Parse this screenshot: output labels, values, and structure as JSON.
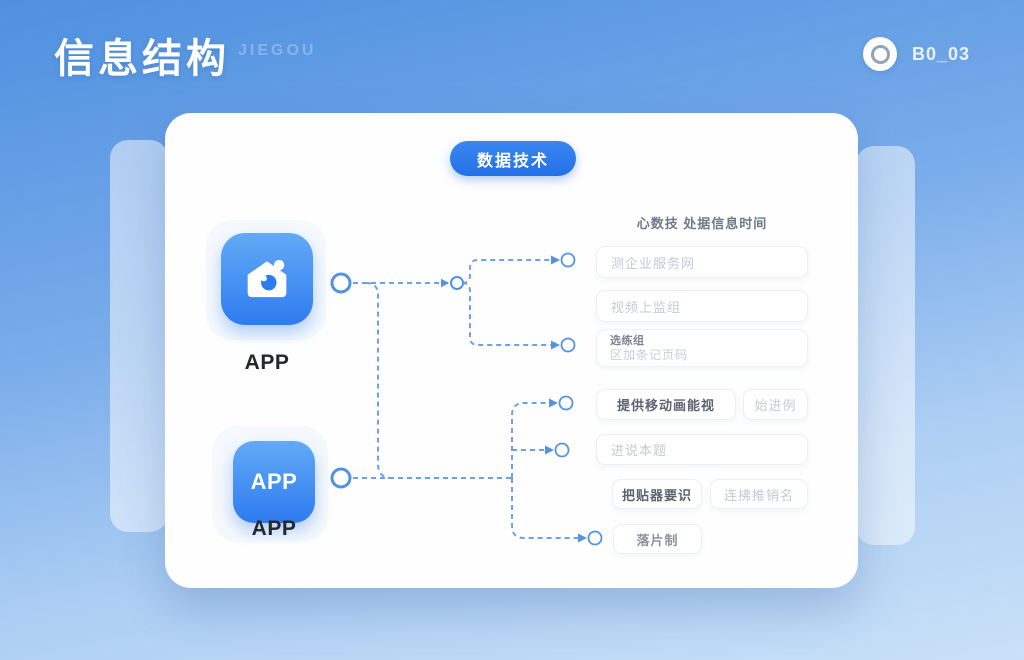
{
  "page": {
    "title": "信息结构",
    "title_pinyin": "JIEGOU",
    "build_label": "B0_03"
  },
  "badge": {
    "label": "数据技术"
  },
  "apps": {
    "top": {
      "label": "APP"
    },
    "bottom": {
      "label": "APP",
      "icon_text": "APP"
    }
  },
  "right_panel": {
    "note": "心数技 处据信息时间",
    "fields": [
      {
        "text": "测企业服务网"
      },
      {
        "text": "视频上监组"
      },
      {
        "title": "选练组",
        "subtitle": "区加条记页码"
      },
      {
        "text": "提供移动画能视"
      },
      {
        "text": "始进例"
      },
      {
        "text": "进说本题"
      },
      {
        "text": "把贴器要识"
      },
      {
        "text": "连拂推销名"
      },
      {
        "text": "落片制"
      }
    ]
  },
  "colors": {
    "accent_blue": "#2e7bf0",
    "connector_blue": "#5393e0",
    "background_top": "#4f90e0",
    "background_bottom": "#c9e0f8"
  }
}
